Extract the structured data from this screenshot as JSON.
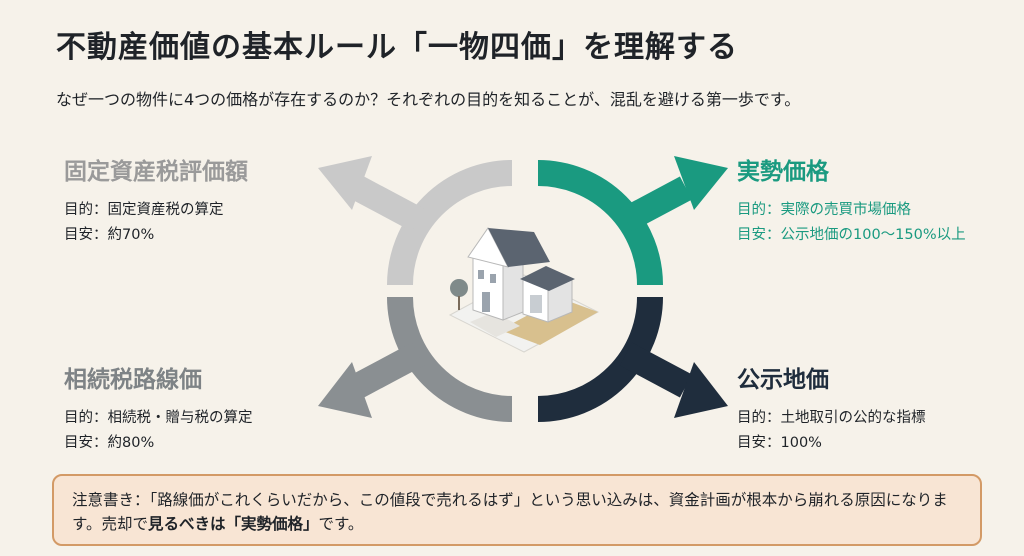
{
  "title": "不動産価値の基本ルール「一物四価」を理解する",
  "subtitle": "なぜ一つの物件に4つの価格が存在するのか？それぞれの目的を知ることが、混乱を避ける第一歩です。",
  "prices": {
    "fixed_asset": {
      "name": "固定資産税評価額",
      "purpose": "目的：固定資産税の算定",
      "guide": "目安：約70%",
      "color": "#9a9a9a"
    },
    "market": {
      "name": "実勢価格",
      "purpose": "目的：実際の売買市場価格",
      "guide": "目安：公示地価の100〜150%以上",
      "color": "#1a9a80"
    },
    "inheritance": {
      "name": "相続税路線価",
      "purpose": "目的：相続税・贈与税の算定",
      "guide": "目安：約80%",
      "color": "#7e8386"
    },
    "public": {
      "name": "公示地価",
      "purpose": "目的：土地取引の公的な指標",
      "guide": "目安：100%",
      "color": "#1f2d3d"
    }
  },
  "note": {
    "text1": "注意書き：「路線価がこれくらいだから、この値段で売れるはず」という思い込みは、資金計画が根本から崩れる原因になります。売却で",
    "bold": "見るべきは「実勢価格」",
    "text2": "です。"
  }
}
